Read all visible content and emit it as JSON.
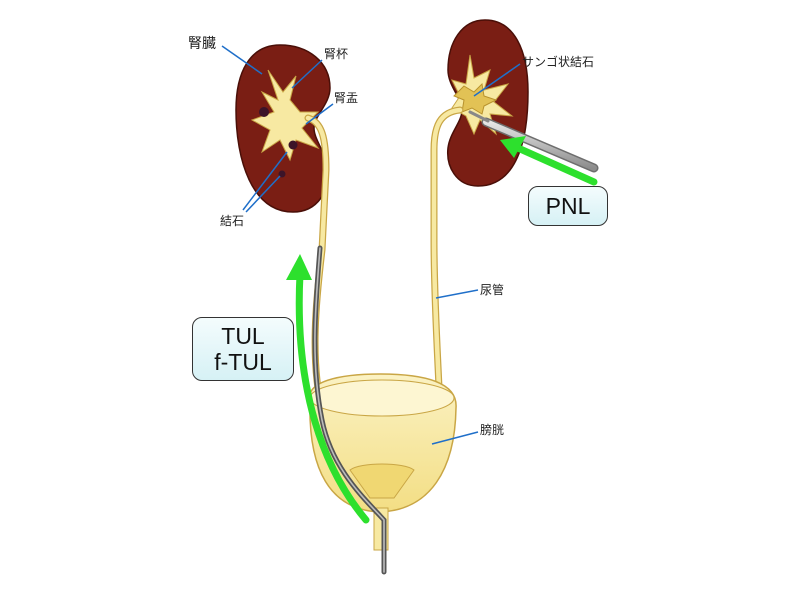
{
  "labels": {
    "kidney": "腎臓",
    "calyx": "腎杯",
    "pelvis": "腎盂",
    "stone": "結石",
    "staghorn_stone": "サンゴ状結石",
    "ureter": "尿管",
    "bladder": "膀胱"
  },
  "callouts": {
    "pnl": "PNL",
    "tul_line1": "TUL",
    "tul_line2": "f-TUL"
  },
  "colors": {
    "kidney": "#7a1e14",
    "urinary_tract": "#f7e9a2",
    "tract_outline": "#c9a645",
    "arrow": "#2de02d",
    "leader": "#1f6fc9",
    "scope": "#9a9a9a",
    "callout_fill": "#dff4f7"
  }
}
